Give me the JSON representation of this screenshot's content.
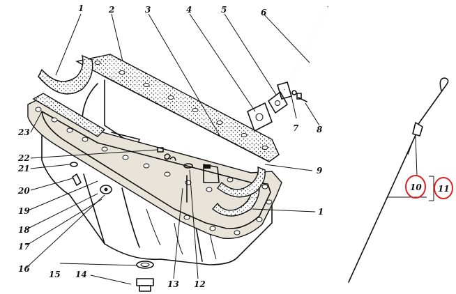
{
  "callouts": {
    "c1_top": "1",
    "c2": "2",
    "c3": "3",
    "c4": "4",
    "c5": "5",
    "c6": "6",
    "c7": "7",
    "c8": "8",
    "c9": "9",
    "c1_right": "1",
    "c10": "10",
    "c11": "11",
    "c12": "12",
    "c13": "13",
    "c14": "14",
    "c15": "15",
    "c16": "16",
    "c17": "17",
    "c18": "18",
    "c19": "19",
    "c20": "20",
    "c21": "21",
    "c22": "22",
    "c23": "23"
  },
  "colors": {
    "ink": "#111111",
    "highlight": "#e02020",
    "gasket_fill": "#e9e4da",
    "background": "#ffffff"
  }
}
